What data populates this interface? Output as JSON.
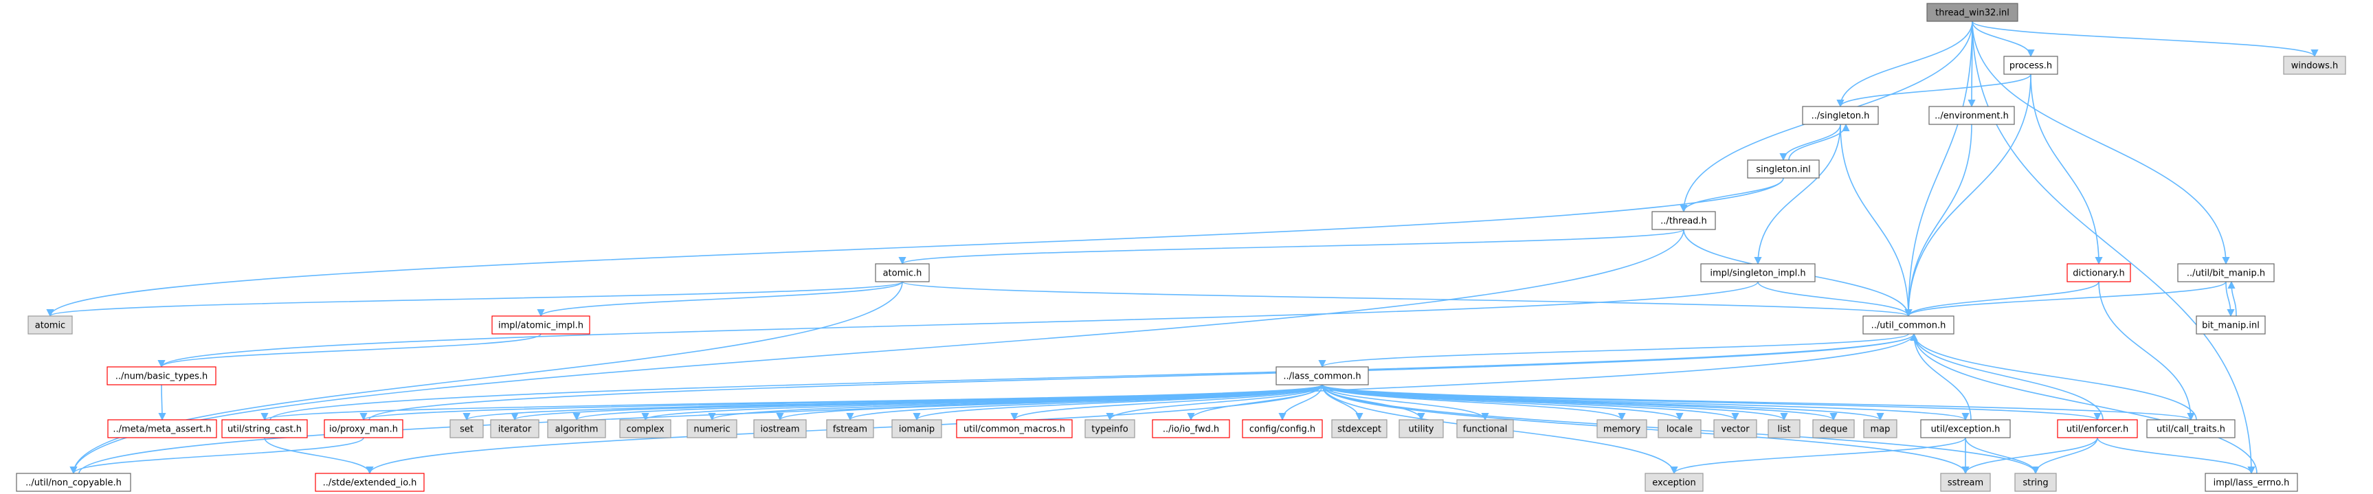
{
  "colors": {
    "edge": "#63b8ff",
    "root_fill": "#999999",
    "root_text": "#000000",
    "normal_fill": "#ffffff",
    "normal_border": "#666666",
    "linked_border": "#ff0000",
    "external_fill": "#e0e0e0",
    "external_border": "#999999",
    "text": "#000000"
  },
  "nodes": [
    {
      "id": "root",
      "label": "thread_win32.inl",
      "kind": "root"
    },
    {
      "id": "process",
      "label": "process.h",
      "kind": "normal"
    },
    {
      "id": "windows",
      "label": "windows.h",
      "kind": "external"
    },
    {
      "id": "singleton",
      "label": "../singleton.h",
      "kind": "normal"
    },
    {
      "id": "environment",
      "label": "../environment.h",
      "kind": "normal"
    },
    {
      "id": "singleton_inl",
      "label": "singleton.inl",
      "kind": "normal"
    },
    {
      "id": "thread",
      "label": "../thread.h",
      "kind": "normal"
    },
    {
      "id": "atomic_h",
      "label": "atomic.h",
      "kind": "normal"
    },
    {
      "id": "singleton_impl",
      "label": "impl/singleton_impl.h",
      "kind": "normal"
    },
    {
      "id": "dictionary",
      "label": "dictionary.h",
      "kind": "linked"
    },
    {
      "id": "bit_manip",
      "label": "../util/bit_manip.h",
      "kind": "normal"
    },
    {
      "id": "atomic",
      "label": "atomic",
      "kind": "external"
    },
    {
      "id": "atomic_impl",
      "label": "impl/atomic_impl.h",
      "kind": "linked"
    },
    {
      "id": "util_common",
      "label": "../util_common.h",
      "kind": "normal"
    },
    {
      "id": "bit_manip_inl",
      "label": "bit_manip.inl",
      "kind": "normal"
    },
    {
      "id": "basic_types",
      "label": "../num/basic_types.h",
      "kind": "linked"
    },
    {
      "id": "lass_common",
      "label": "../lass_common.h",
      "kind": "normal"
    },
    {
      "id": "meta_assert",
      "label": "../meta/meta_assert.h",
      "kind": "linked"
    },
    {
      "id": "string_cast",
      "label": "util/string_cast.h",
      "kind": "linked"
    },
    {
      "id": "proxy_man",
      "label": "io/proxy_man.h",
      "kind": "linked"
    },
    {
      "id": "set",
      "label": "set",
      "kind": "external"
    },
    {
      "id": "iterator",
      "label": "iterator",
      "kind": "external"
    },
    {
      "id": "algorithm",
      "label": "algorithm",
      "kind": "external"
    },
    {
      "id": "complex",
      "label": "complex",
      "kind": "external"
    },
    {
      "id": "numeric",
      "label": "numeric",
      "kind": "external"
    },
    {
      "id": "iostream",
      "label": "iostream",
      "kind": "external"
    },
    {
      "id": "fstream",
      "label": "fstream",
      "kind": "external"
    },
    {
      "id": "iomanip",
      "label": "iomanip",
      "kind": "external"
    },
    {
      "id": "common_macros",
      "label": "util/common_macros.h",
      "kind": "linked"
    },
    {
      "id": "typeinfo",
      "label": "typeinfo",
      "kind": "external"
    },
    {
      "id": "io_fwd",
      "label": "../io/io_fwd.h",
      "kind": "linked"
    },
    {
      "id": "config",
      "label": "config/config.h",
      "kind": "linked"
    },
    {
      "id": "stdexcept",
      "label": "stdexcept",
      "kind": "external"
    },
    {
      "id": "utility",
      "label": "utility",
      "kind": "external"
    },
    {
      "id": "functional",
      "label": "functional",
      "kind": "external"
    },
    {
      "id": "memory",
      "label": "memory",
      "kind": "external"
    },
    {
      "id": "locale",
      "label": "locale",
      "kind": "external"
    },
    {
      "id": "vector",
      "label": "vector",
      "kind": "external"
    },
    {
      "id": "list",
      "label": "list",
      "kind": "external"
    },
    {
      "id": "deque",
      "label": "deque",
      "kind": "external"
    },
    {
      "id": "map",
      "label": "map",
      "kind": "external"
    },
    {
      "id": "exception_h",
      "label": "util/exception.h",
      "kind": "normal"
    },
    {
      "id": "enforcer",
      "label": "util/enforcer.h",
      "kind": "linked"
    },
    {
      "id": "call_traits",
      "label": "util/call_traits.h",
      "kind": "normal"
    },
    {
      "id": "non_copyable",
      "label": "../util/non_copyable.h",
      "kind": "normal"
    },
    {
      "id": "extended_io",
      "label": "../stde/extended_io.h",
      "kind": "linked"
    },
    {
      "id": "exception",
      "label": "exception",
      "kind": "external"
    },
    {
      "id": "sstream",
      "label": "sstream",
      "kind": "external"
    },
    {
      "id": "string",
      "label": "string",
      "kind": "external"
    },
    {
      "id": "lass_errno",
      "label": "impl/lass_errno.h",
      "kind": "normal"
    }
  ],
  "edges": [
    [
      "root",
      "process"
    ],
    [
      "root",
      "windows"
    ],
    [
      "root",
      "singleton"
    ],
    [
      "root",
      "environment"
    ],
    [
      "root",
      "thread"
    ],
    [
      "root",
      "util_common"
    ],
    [
      "root",
      "bit_manip"
    ],
    [
      "root",
      "lass_errno"
    ],
    [
      "process",
      "singleton"
    ],
    [
      "process",
      "util_common"
    ],
    [
      "process",
      "dictionary"
    ],
    [
      "singleton",
      "singleton_inl"
    ],
    [
      "singleton",
      "util_common"
    ],
    [
      "singleton",
      "singleton_impl"
    ],
    [
      "singleton_inl",
      "singleton"
    ],
    [
      "singleton_inl",
      "thread"
    ],
    [
      "singleton_inl",
      "atomic"
    ],
    [
      "environment",
      "util_common"
    ],
    [
      "thread",
      "atomic_h"
    ],
    [
      "thread",
      "util_common"
    ],
    [
      "thread",
      "non_copyable"
    ],
    [
      "atomic_h",
      "atomic"
    ],
    [
      "atomic_h",
      "util_common"
    ],
    [
      "atomic_h",
      "atomic_impl"
    ],
    [
      "atomic_h",
      "non_copyable"
    ],
    [
      "atomic_impl",
      "basic_types"
    ],
    [
      "singleton_impl",
      "util_common"
    ],
    [
      "singleton_impl",
      "basic_types"
    ],
    [
      "dictionary",
      "util_common"
    ],
    [
      "dictionary",
      "call_traits"
    ],
    [
      "bit_manip",
      "util_common"
    ],
    [
      "bit_manip",
      "bit_manip_inl"
    ],
    [
      "bit_manip_inl",
      "bit_manip"
    ],
    [
      "util_common",
      "lass_common"
    ],
    [
      "basic_types",
      "meta_assert"
    ],
    [
      "lass_common",
      "string_cast"
    ],
    [
      "lass_common",
      "proxy_man"
    ],
    [
      "lass_common",
      "set"
    ],
    [
      "lass_common",
      "iterator"
    ],
    [
      "lass_common",
      "algorithm"
    ],
    [
      "lass_common",
      "complex"
    ],
    [
      "lass_common",
      "numeric"
    ],
    [
      "lass_common",
      "iostream"
    ],
    [
      "lass_common",
      "fstream"
    ],
    [
      "lass_common",
      "iomanip"
    ],
    [
      "lass_common",
      "common_macros"
    ],
    [
      "lass_common",
      "typeinfo"
    ],
    [
      "lass_common",
      "io_fwd"
    ],
    [
      "lass_common",
      "config"
    ],
    [
      "lass_common",
      "stdexcept"
    ],
    [
      "lass_common",
      "utility"
    ],
    [
      "lass_common",
      "functional"
    ],
    [
      "lass_common",
      "memory"
    ],
    [
      "lass_common",
      "locale"
    ],
    [
      "lass_common",
      "vector"
    ],
    [
      "lass_common",
      "list"
    ],
    [
      "lass_common",
      "deque"
    ],
    [
      "lass_common",
      "map"
    ],
    [
      "lass_common",
      "exception_h"
    ],
    [
      "lass_common",
      "enforcer"
    ],
    [
      "lass_common",
      "call_traits"
    ],
    [
      "lass_common",
      "extended_io"
    ],
    [
      "lass_common",
      "exception"
    ],
    [
      "lass_common",
      "sstream"
    ],
    [
      "lass_common",
      "string"
    ],
    [
      "string_cast",
      "util_common"
    ],
    [
      "string_cast",
      "extended_io"
    ],
    [
      "proxy_man",
      "util_common"
    ],
    [
      "proxy_man",
      "non_copyable"
    ],
    [
      "non_copyable",
      "util_common"
    ],
    [
      "exception_h",
      "util_common"
    ],
    [
      "exception_h",
      "exception"
    ],
    [
      "exception_h",
      "string"
    ],
    [
      "exception_h",
      "sstream"
    ],
    [
      "enforcer",
      "util_common"
    ],
    [
      "enforcer",
      "sstream"
    ],
    [
      "enforcer",
      "string"
    ],
    [
      "enforcer",
      "lass_errno"
    ],
    [
      "call_traits",
      "util_common"
    ],
    [
      "lass_errno",
      "util_common"
    ]
  ]
}
